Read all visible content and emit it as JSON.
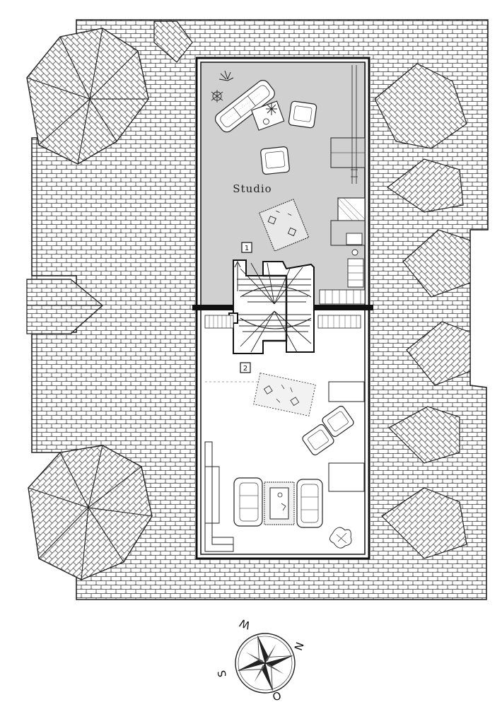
{
  "plan": {
    "rooms": [
      {
        "id": "studio",
        "label": "Studio"
      },
      {
        "id": "lower-room",
        "label": ""
      }
    ],
    "stair_markers": [
      "1",
      "2"
    ],
    "compass": {
      "north": "N",
      "east": "O",
      "south": "S",
      "west": "W"
    },
    "colors": {
      "studio_fill": "#d0d0d0",
      "roof_line": "#333333",
      "wall": "#111111",
      "background": "#ffffff"
    },
    "icons": [
      "plant-icon",
      "armchair-icon",
      "sofa-icon",
      "rug-icon",
      "compass-rose-icon"
    ]
  }
}
